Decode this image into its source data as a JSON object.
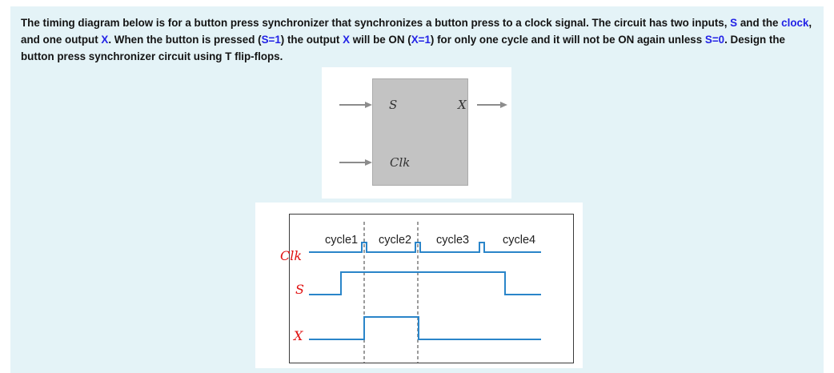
{
  "question": {
    "p1": "The timing diagram below is for a button press synchronizer that synchronizes a button press to a clock signal. The circuit has two inputs, ",
    "s_input": "S",
    "p2": " and the ",
    "clock_input": "clock",
    "p3": ", and one output ",
    "x_output": "X",
    "p4": ". When the button is pressed (",
    "s_eq_1": "S=1",
    "p5": ") the output ",
    "x_output_2": "X",
    "p6": " will be ON (",
    "x_eq_1": "X=1",
    "p7": ") for only one cycle and it will not be ON again unless ",
    "s_eq_0": "S=0",
    "p8": ". Design the button press synchronizer circuit using T flip-flops."
  },
  "block_diagram": {
    "input_s": "S",
    "output_x": "X",
    "clock_pin": "Clk"
  },
  "timing_diagram": {
    "signals": [
      "Clk",
      "S",
      "X"
    ],
    "cycles": [
      "cycle1",
      "cycle2",
      "cycle3",
      "cycle4"
    ]
  },
  "colors": {
    "panel_bg": "#e4f3f7",
    "highlight": "#2323e6",
    "waveform": "#2a85c9",
    "signal_label": "#e01010"
  }
}
